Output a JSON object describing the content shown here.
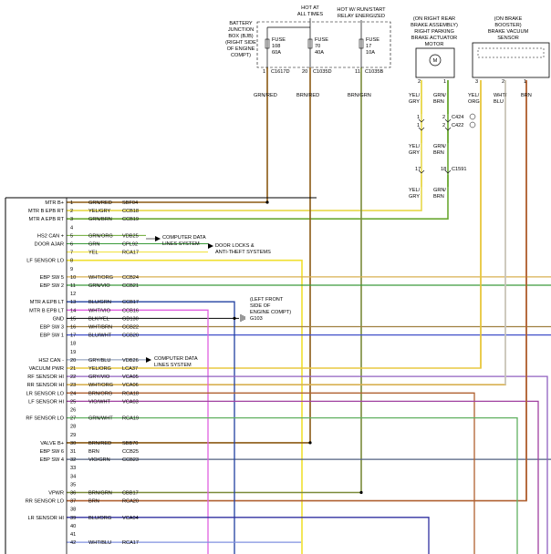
{
  "colors": {
    "grn_red": "#8b5a14",
    "brn_red": "#8b5a14",
    "brn_vio": "#8b5a14",
    "brn_grn": "#7a8a3a",
    "yel_gry": "#e8d84a",
    "grn_brn": "#6aa832",
    "grn_org": "#6aa832",
    "yel": "#f0e030",
    "wht_org": "#d8b050",
    "grn_vio": "#3a9a3a",
    "blu_grn": "#2040a0",
    "wht_vio": "#e060e0",
    "blk_yel": "#202020",
    "wht_brn": "#a08040",
    "blu_wht": "#4050c8",
    "gry_blu": "#8090b0",
    "yel_org": "#e8c840",
    "gry_vio": "#9060c0",
    "brn_org": "#b06030",
    "vio_wht": "#a040a0",
    "grn_wht": "#60b060",
    "vio_grn": "#506080",
    "blu_org": "#3030a0",
    "wht_blu": "#8090e0",
    "wht": "#c8c8c8"
  },
  "top_components": {
    "bjb": {
      "label_lines": [
        "BATTERY",
        "JUNCTION",
        "BOX (BJB)",
        "(RIGHT SIDE",
        "OF ENGINE",
        "COMPT)"
      ],
      "hot_at": [
        "HOT AT",
        "ALL TIMES"
      ],
      "hot_wi": [
        "HOT W/ RUN/START",
        "RELAY ENERGIZED"
      ],
      "fuses": [
        {
          "name": "FUSE",
          "num": "108",
          "amp": "60A",
          "pin": "1",
          "conn": "C1617D",
          "wire": "GRN/RED"
        },
        {
          "name": "FUSE",
          "num": "70",
          "amp": "40A",
          "pin": "20",
          "conn": "C1035D",
          "wire": "BRN/RED"
        },
        {
          "name": "FUSE",
          "num": "17",
          "amp": "10A",
          "pin": "11",
          "conn": "C1035B",
          "wire": "BRN/GRN"
        }
      ]
    },
    "motor": {
      "label_lines": [
        "(ON RIGHT REAR",
        "BRAKE ASSEMBLY)",
        "RIGHT PARKING",
        "BRAKE ACTUATOR",
        "MOTOR"
      ],
      "symbol": "M",
      "pins": [
        "2",
        "1"
      ],
      "wires_top": [
        [
          "YEL/",
          "GRY"
        ],
        [
          "GRN/",
          "BRN"
        ]
      ],
      "conn_pins_a": [
        "1",
        "2"
      ],
      "conn_pins_b": [
        "1",
        "2"
      ],
      "conn_a": "C424",
      "conn_b": "C422",
      "wires_mid": [
        [
          "YEL/",
          "GRY"
        ],
        [
          "GRN/",
          "BRN"
        ]
      ],
      "conn_pins_c": [
        "17",
        "18"
      ],
      "conn_c": "C1591",
      "wires_low": [
        [
          "YEL/",
          "GRY"
        ],
        [
          "GRN/",
          "BRN"
        ]
      ]
    },
    "vacuum": {
      "label_lines": [
        "(ON BRAKE",
        "BOOSTER)",
        "BRAKE VACUUM",
        "SENSOR"
      ],
      "pins": [
        "3",
        "2",
        "1"
      ],
      "wires": [
        [
          "YEL/",
          "ORG"
        ],
        [
          "WHT/",
          "BLU"
        ],
        [
          "BRN"
        ]
      ]
    }
  },
  "module_pins": [
    {
      "num": "1",
      "name": "MTR B+",
      "wire": "GRN/RED",
      "circuit": "SBF04"
    },
    {
      "num": "2",
      "name": "MTR B EPB RT",
      "wire": "YEL/GRY",
      "circuit": "CCB18"
    },
    {
      "num": "3",
      "name": "MTR A EPB RT",
      "wire": "GRN/BRN",
      "circuit": "CCB19"
    },
    {
      "num": "4",
      "name": "",
      "wire": "",
      "circuit": ""
    },
    {
      "num": "5",
      "name": "HS2 CAN +",
      "wire": "GRN/ORG",
      "circuit": "VDB25"
    },
    {
      "num": "6",
      "name": "DOOR AJAR",
      "wire": "GRN",
      "circuit": "CPL92"
    },
    {
      "num": "7",
      "name": "",
      "wire": "YEL",
      "circuit": "RCA17"
    },
    {
      "num": "8",
      "name": "LF SENSOR LO",
      "wire": "",
      "circuit": ""
    },
    {
      "num": "9",
      "name": "",
      "wire": "",
      "circuit": ""
    },
    {
      "num": "10",
      "name": "EBP SW 5",
      "wire": "WHT/ORG",
      "circuit": "CCB24"
    },
    {
      "num": "11",
      "name": "EBP SW 2",
      "wire": "GRN/VIO",
      "circuit": "CCB21"
    },
    {
      "num": "12",
      "name": "",
      "wire": "",
      "circuit": ""
    },
    {
      "num": "13",
      "name": "MTR A EPB LT",
      "wire": "BLU/GRN",
      "circuit": "CCB17"
    },
    {
      "num": "14",
      "name": "MTR B EPB LT",
      "wire": "WHT/VIO",
      "circuit": "CCB16"
    },
    {
      "num": "15",
      "name": "GND",
      "wire": "BLK/YEL",
      "circuit": "GD130"
    },
    {
      "num": "16",
      "name": "EBP SW 3",
      "wire": "WHT/BRN",
      "circuit": "CCB22"
    },
    {
      "num": "17",
      "name": "EBP SW 1",
      "wire": "BLU/WHT",
      "circuit": "CCB20"
    },
    {
      "num": "18",
      "name": "",
      "wire": "",
      "circuit": ""
    },
    {
      "num": "19",
      "name": "",
      "wire": "",
      "circuit": ""
    },
    {
      "num": "20",
      "name": "HS2 CAN -",
      "wire": "GRY/BLU",
      "circuit": "VDB26"
    },
    {
      "num": "21",
      "name": "VACUUM PWR",
      "wire": "YEL/ORG",
      "circuit": "LCA37"
    },
    {
      "num": "22",
      "name": "RF SENSOR HI",
      "wire": "GRY/VIO",
      "circuit": "VCA05"
    },
    {
      "num": "23",
      "name": "RR SENSOR HI",
      "wire": "WHT/ORG",
      "circuit": "VCA06"
    },
    {
      "num": "24",
      "name": "LR SENSOR LO",
      "wire": "BRN/ORG",
      "circuit": "RCA18"
    },
    {
      "num": "25",
      "name": "LF SENSOR HI",
      "wire": "VIO/WHT",
      "circuit": "VCA03"
    },
    {
      "num": "26",
      "name": "",
      "wire": "",
      "circuit": ""
    },
    {
      "num": "27",
      "name": "RF SENSOR LO",
      "wire": "GRN/WHT",
      "circuit": "RCA19"
    },
    {
      "num": "28",
      "name": "",
      "wire": "",
      "circuit": ""
    },
    {
      "num": "29",
      "name": "",
      "wire": "",
      "circuit": ""
    },
    {
      "num": "30",
      "name": "VALVE B+",
      "wire": "BRN/RED",
      "circuit": "SBB70"
    },
    {
      "num": "31",
      "name": "EBP SW 6",
      "wire": "BRN",
      "circuit": "CCB25"
    },
    {
      "num": "32",
      "name": "EBP SW 4",
      "wire": "VIO/GRN",
      "circuit": "CCB23"
    },
    {
      "num": "33",
      "name": "",
      "wire": "",
      "circuit": ""
    },
    {
      "num": "34",
      "name": "",
      "wire": "",
      "circuit": ""
    },
    {
      "num": "35",
      "name": "",
      "wire": "",
      "circuit": ""
    },
    {
      "num": "36",
      "name": "VPWR",
      "wire": "BRN/GRN",
      "circuit": "CBB17"
    },
    {
      "num": "37",
      "name": "RR SENSOR LO",
      "wire": "BRN",
      "circuit": "RCA20"
    },
    {
      "num": "38",
      "name": "",
      "wire": "",
      "circuit": ""
    },
    {
      "num": "39",
      "name": "LR SENSOR HI",
      "wire": "BLU/ORG",
      "circuit": "VCA04"
    },
    {
      "num": "40",
      "name": "",
      "wire": "",
      "circuit": ""
    },
    {
      "num": "41",
      "name": "",
      "wire": "",
      "circuit": ""
    },
    {
      "num": "42",
      "name": "",
      "wire": "WHT/BLU",
      "circuit": "RCA17"
    }
  ],
  "callouts": {
    "cds1": [
      "COMPUTER DATA",
      "LINES SYSTEM"
    ],
    "door": [
      "DOOR LOCKS &",
      "ANTI-THEFT SYSTEMS"
    ],
    "ground": [
      "(LEFT FRONT",
      "SIDE OF",
      "ENGINE COMPT)"
    ],
    "ground_id": "G103",
    "cds2": [
      "COMPUTER DATA",
      "LINES SYSTEM"
    ]
  }
}
